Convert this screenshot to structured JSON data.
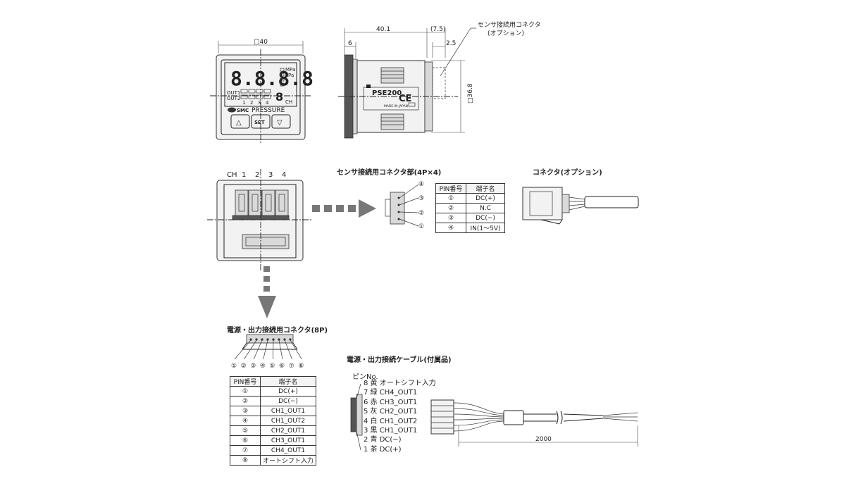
{
  "front_view": {
    "size_label": "□40",
    "display_digits": "8.8.8.8",
    "unit_mpa": "MPa",
    "unit_kpa": "kPa",
    "out1_label": "OUT1",
    "out2_label": "OUT2",
    "ch_digit": "8",
    "ch_label": "CH",
    "ch_numbers": [
      "1",
      "2",
      "3",
      "4"
    ],
    "brand": "SMC",
    "product_label": "PRESSURE",
    "up_button": "△",
    "set_button": "SET",
    "down_button": "▽"
  },
  "side_view": {
    "dim_total": "40.1",
    "dim_front": "6",
    "dim_connector": "(7.5)",
    "dim_gap": "2.5",
    "dim_height": "□36.8",
    "model": "PSE200",
    "ce_mark": "CE",
    "made_in": "MADE IN JAPAN",
    "connector_callout_line1": "センサ接続用コネクタ",
    "connector_callout_line2": "(オプション)"
  },
  "rear_view": {
    "ch_header": [
      "CH",
      "1",
      "2",
      "3",
      "4"
    ]
  },
  "sensor_connector": {
    "title": "センサ接続用コネクタ部(4P×4)",
    "pin_marks": [
      "④",
      "③",
      "②",
      "①"
    ],
    "table_headers": [
      "PIN番号",
      "端子名"
    ],
    "rows": [
      [
        "①",
        "DC(+)"
      ],
      [
        "②",
        "N.C"
      ],
      [
        "③",
        "DC(−)"
      ],
      [
        "④",
        "IN(1～5V)"
      ]
    ]
  },
  "option_connector": {
    "title": "コネクタ(オプション)"
  },
  "power_connector": {
    "title": "電源・出力接続用コネクタ(8P)",
    "pin_marks": [
      "①",
      "②",
      "③",
      "④",
      "⑤",
      "⑥",
      "⑦",
      "⑧"
    ],
    "table_headers": [
      "PIN番号",
      "端子名"
    ],
    "rows": [
      [
        "①",
        "DC(+)"
      ],
      [
        "②",
        "DC(−)"
      ],
      [
        "③",
        "CH1_OUT1"
      ],
      [
        "④",
        "CH1_OUT2"
      ],
      [
        "⑤",
        "CH2_OUT1"
      ],
      [
        "⑥",
        "CH3_OUT1"
      ],
      [
        "⑦",
        "CH4_OUT1"
      ],
      [
        "⑧",
        "オートシフト入力"
      ]
    ]
  },
  "cable": {
    "title": "電源・出力接続ケーブル(付属品)",
    "pin_no_label": "ピンNo.",
    "wires": [
      "8 黄 オートシフト入力",
      "7 緑 CH4_OUT1",
      "6 赤 CH3_OUT1",
      "5 灰 CH2_OUT1",
      "4 白 CH1_OUT2",
      "3 黒 CH1_OUT1",
      "2 青 DC(−)",
      "1 茶 DC(+)"
    ],
    "length_dim": "2000"
  }
}
